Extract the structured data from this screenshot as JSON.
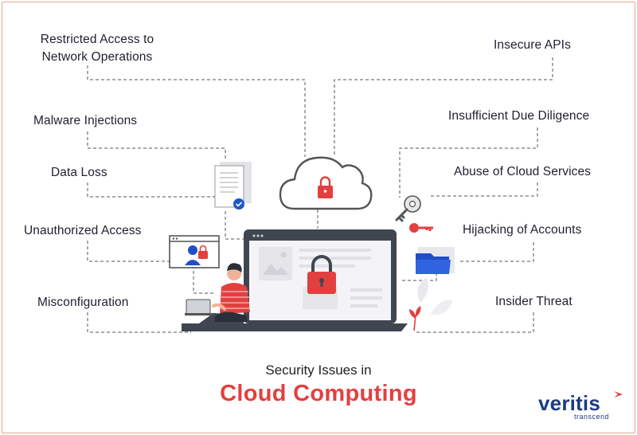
{
  "title": {
    "line1": "Security Issues in",
    "line2": "Cloud Computing"
  },
  "issues": {
    "left": [
      "Restricted Access to Network Operations",
      "Malware Injections",
      "Data Loss",
      "Unauthorized Access",
      "Misconfiguration"
    ],
    "right": [
      "Insecure APIs",
      "Insufficient Due Diligence",
      "Abuse of Cloud Services",
      "Hijacking of Accounts",
      "Insider Threat"
    ]
  },
  "logo": {
    "name": "veritis",
    "tagline": "transcend"
  },
  "colors": {
    "accent_red": "#e2403f",
    "logo_blue": "#1b3b84",
    "frame_border": "#e9a58f",
    "connector_gray": "#555555",
    "laptop_dark": "#3f4650"
  }
}
